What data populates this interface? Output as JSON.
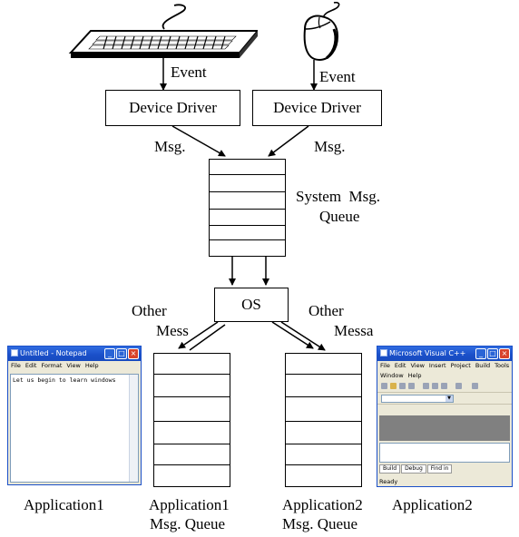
{
  "labels": {
    "event_left": "Event",
    "event_right": "Event",
    "driver_left": "Device Driver",
    "driver_right": "Device Driver",
    "msg_left": "Msg.",
    "msg_right": "Msg.",
    "system_queue_line1": "System  Msg.",
    "system_queue_line2": "Queue",
    "os": "OS",
    "other_left_1": "Other",
    "other_left_2": "Mess",
    "other_right_1": "Other",
    "other_right_2": "Messa",
    "app1": "Application1",
    "app1_queue_line1": "Application1",
    "app1_queue_line2": "Msg. Queue",
    "app2_queue_line1": "Application2",
    "app2_queue_line2": "Msg. Queue",
    "app2": "Application2"
  },
  "notepad": {
    "title": "Untitled - Notepad",
    "menu": [
      "File",
      "Edit",
      "Format",
      "View",
      "Help"
    ],
    "text": "Let us begin to learn windows"
  },
  "vcpp": {
    "title": "Microsoft Visual C++",
    "menu1": [
      "File",
      "Edit",
      "View",
      "Insert",
      "Project",
      "Build",
      "Tools"
    ],
    "menu2": [
      "Window",
      "Help"
    ],
    "tabs": [
      "Build",
      "Debug",
      "Find in"
    ],
    "status": "Ready"
  },
  "icons": [
    "keyboard-icon",
    "mouse-icon"
  ]
}
